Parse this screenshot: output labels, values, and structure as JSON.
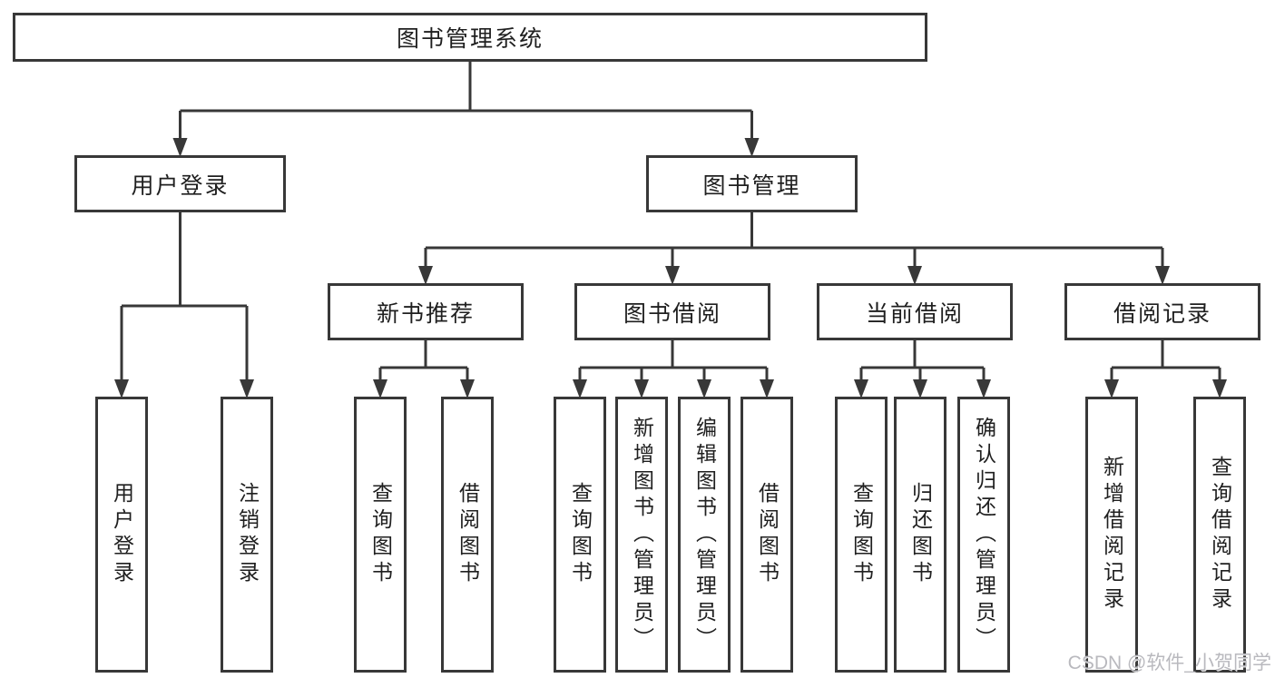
{
  "tree": {
    "root": {
      "label": "图书管理系统"
    },
    "branches": [
      {
        "label": "用户登录",
        "leaves": [
          {
            "label": "用户登录"
          },
          {
            "label": "注销登录"
          }
        ]
      },
      {
        "label": "图书管理",
        "groups": [
          {
            "label": "新书推荐",
            "leaves": [
              {
                "label": "查询图书"
              },
              {
                "label": "借阅图书"
              }
            ]
          },
          {
            "label": "图书借阅",
            "leaves": [
              {
                "label": "查询图书"
              },
              {
                "label": "新增图书（管理员）"
              },
              {
                "label": "编辑图书（管理员）"
              },
              {
                "label": "借阅图书"
              }
            ]
          },
          {
            "label": "当前借阅",
            "leaves": [
              {
                "label": "查询图书"
              },
              {
                "label": "归还图书"
              },
              {
                "label": "确认归还（管理员）"
              }
            ]
          },
          {
            "label": "借阅记录",
            "leaves": [
              {
                "label": "新增借阅记录"
              },
              {
                "label": "查询借阅记录"
              }
            ]
          }
        ]
      }
    ]
  },
  "watermark": {
    "text": "CSDN @软件_小贺同学"
  },
  "colors": {
    "line": "#383838",
    "node_border": "#383838",
    "node_background": "#ffffff",
    "text": "#1f1f1f",
    "watermark": "#b9b9be",
    "page_background": "#ffffff"
  }
}
